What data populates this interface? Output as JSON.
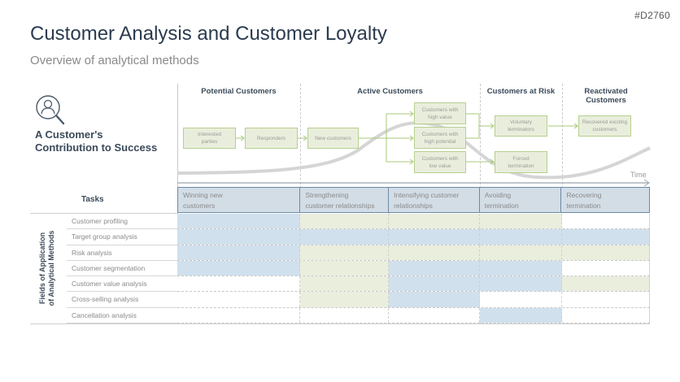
{
  "code": "#D2760",
  "title": "Customer Analysis and Customer Loyalty",
  "subtitle": "Overview of analytical methods",
  "contribution": {
    "icon": "person-magnifier-icon",
    "title_line1": "A Customer's",
    "title_line2": "Contribution to Success"
  },
  "phases": [
    {
      "title": "Potential Customers"
    },
    {
      "title": "Active Customers"
    },
    {
      "title": "Customers at Risk"
    },
    {
      "title_line1": "Reactivated",
      "title_line2": "Customers"
    }
  ],
  "flow_boxes": {
    "interested_parties": [
      "Interested",
      "parties"
    ],
    "responders": [
      "Responders"
    ],
    "new_customers": [
      "New customers"
    ],
    "high_value": [
      "Customers with",
      "high value"
    ],
    "high_potential": [
      "Customers with",
      "high potential"
    ],
    "low_value": [
      "Customers with",
      "low value"
    ],
    "voluntary_terminators": [
      "Voluntary",
      "terminators"
    ],
    "forced_termination": [
      "Forced",
      "termination"
    ],
    "recovered": [
      "Recovered existing",
      "customers"
    ]
  },
  "time_label": "Time",
  "tasks_label": "Tasks",
  "fields_label_line1": "Fields of Application",
  "fields_label_line2": "of Analytical Methods",
  "columns": [
    {
      "line1": "Winning new",
      "line2": "customers"
    },
    {
      "line1": "Strengthening",
      "line2": "customer relationships"
    },
    {
      "line1": "Intensifying customer",
      "line2": "relationships"
    },
    {
      "line1": "Avoiding",
      "line2": "termination"
    },
    {
      "line1": "Recovering",
      "line2": "termination"
    }
  ],
  "rows": [
    {
      "label": "Customer profiling",
      "cells": [
        "blue",
        "green",
        "green",
        "green",
        "white"
      ]
    },
    {
      "label": "Target group analysis",
      "cells": [
        "blue",
        "blue",
        "blue",
        "blue",
        "blue"
      ]
    },
    {
      "label": "Risk analysis",
      "cells": [
        "blue",
        "green",
        "green",
        "green",
        "green"
      ]
    },
    {
      "label": "Customer segmentation",
      "cells": [
        "blue",
        "green",
        "blue",
        "blue",
        "white"
      ]
    },
    {
      "label": "Customer value analysis",
      "cells": [
        "white",
        "green",
        "blue",
        "blue",
        "green"
      ]
    },
    {
      "label": "Cross-selling analysis",
      "cells": [
        "white",
        "green",
        "blue",
        "white",
        "white"
      ]
    },
    {
      "label": "Cancellation analysis",
      "cells": [
        "white",
        "white",
        "white",
        "blue",
        "white"
      ]
    }
  ],
  "colors": {
    "blue": "#d0e0ed",
    "green": "#eaeedd",
    "box_border": "#b6cf8f",
    "header_border": "#6b8aa5"
  }
}
